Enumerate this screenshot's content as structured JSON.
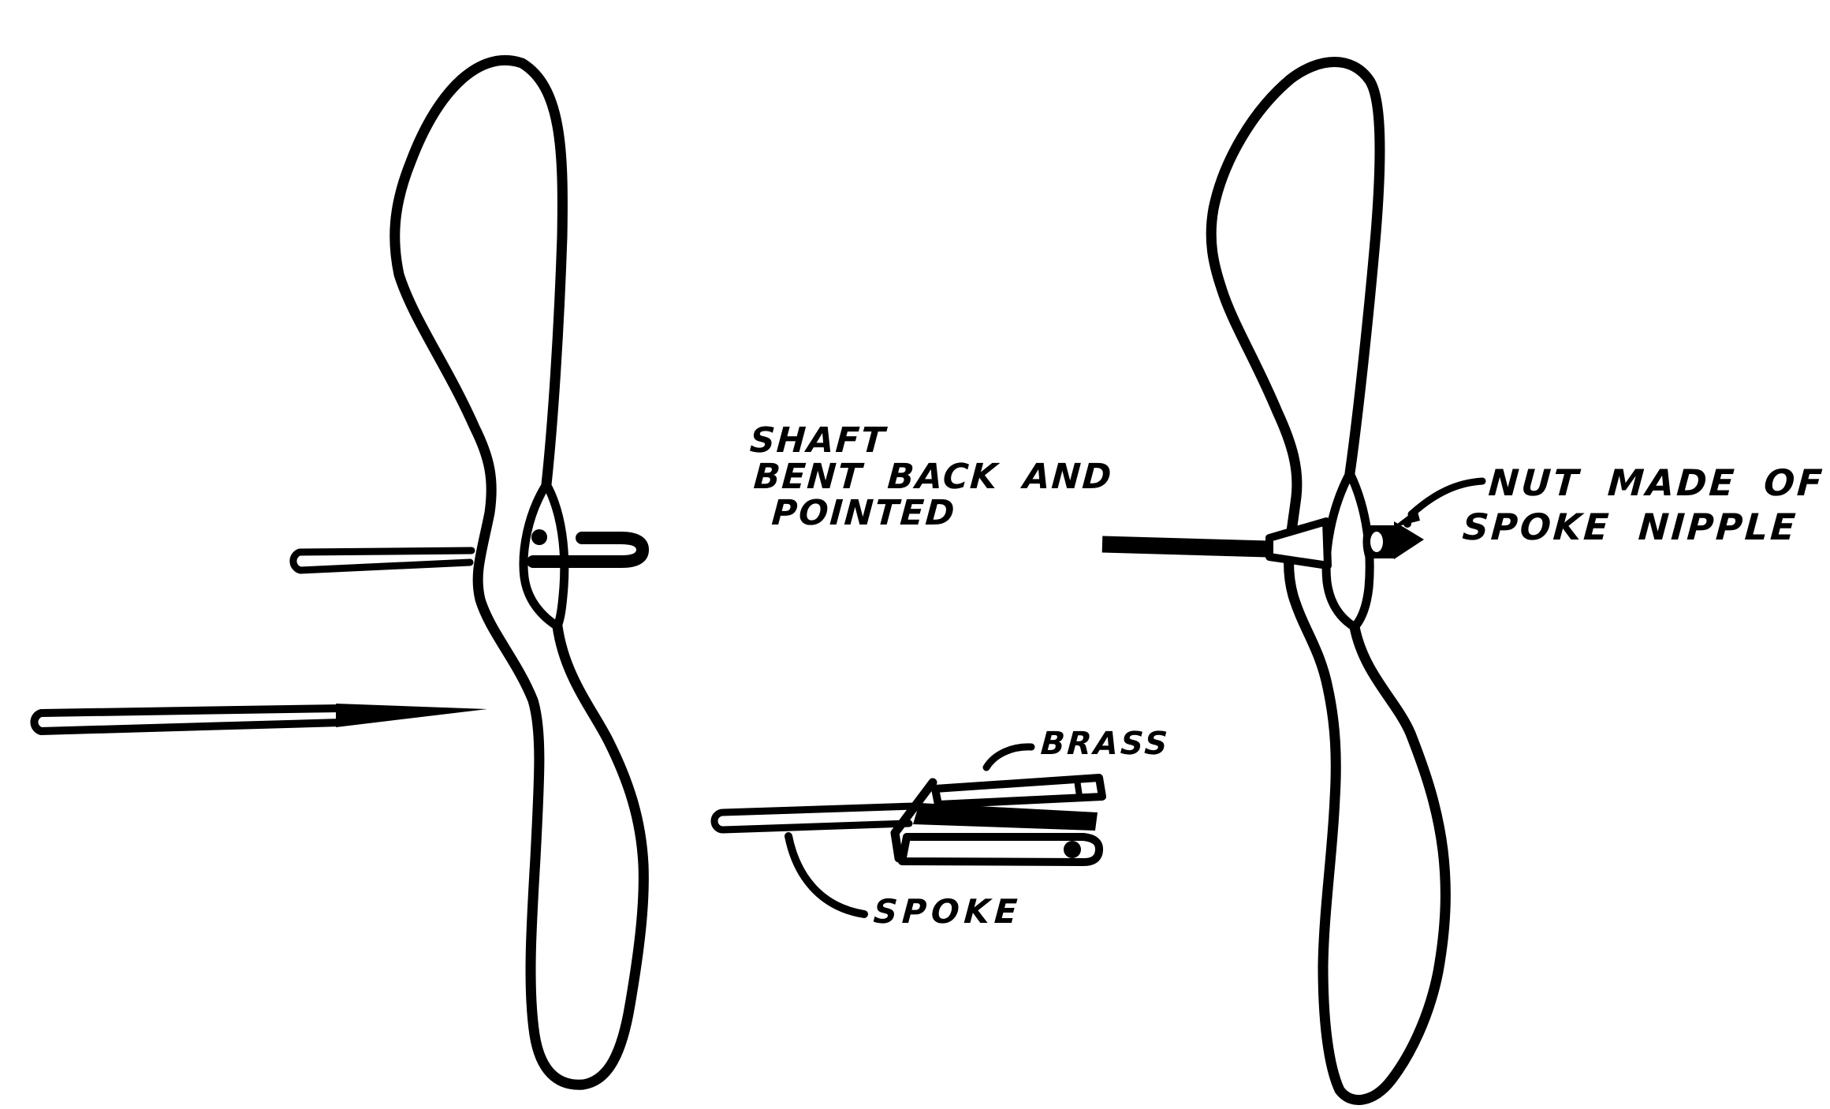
{
  "canvas": {
    "background_color": "#ffffff",
    "ink_color": "#000000"
  },
  "annotations": {
    "shaft_note": {
      "line1": "SHAFT",
      "line2": "BENT BACK AND",
      "line3": "POINTED"
    },
    "nut_note": {
      "line1": "NUT MADE OF",
      "line2": "SPOKE NIPPLE"
    },
    "brass_label": "BRASS",
    "spoke_label": "SPOKE"
  }
}
